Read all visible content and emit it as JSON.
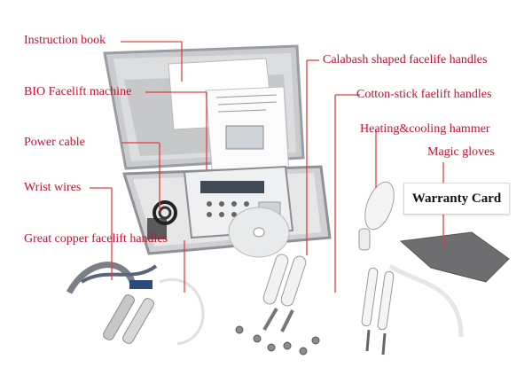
{
  "labels": {
    "instruction_book": "Instruction book",
    "bio_machine": "BIO Facelift machine",
    "power_cable": "Power cable",
    "wrist_wires": "Wrist wires",
    "copper_handles": "Great copper facelift handles",
    "calabash_handles": "Calabash shaped facelife handles",
    "cotton_stick_handles": "Cotton-stick faelift handles",
    "heating_cooling_hammer": "Heating&cooling hammer",
    "magic_gloves": "Magic gloves"
  },
  "warranty_card": "Warranty Card",
  "colors": {
    "callout_text": "#c8102e",
    "leader_line": "#e04040",
    "case_frame": "#b9bcc0",
    "case_interior": "#d9d9d9"
  }
}
